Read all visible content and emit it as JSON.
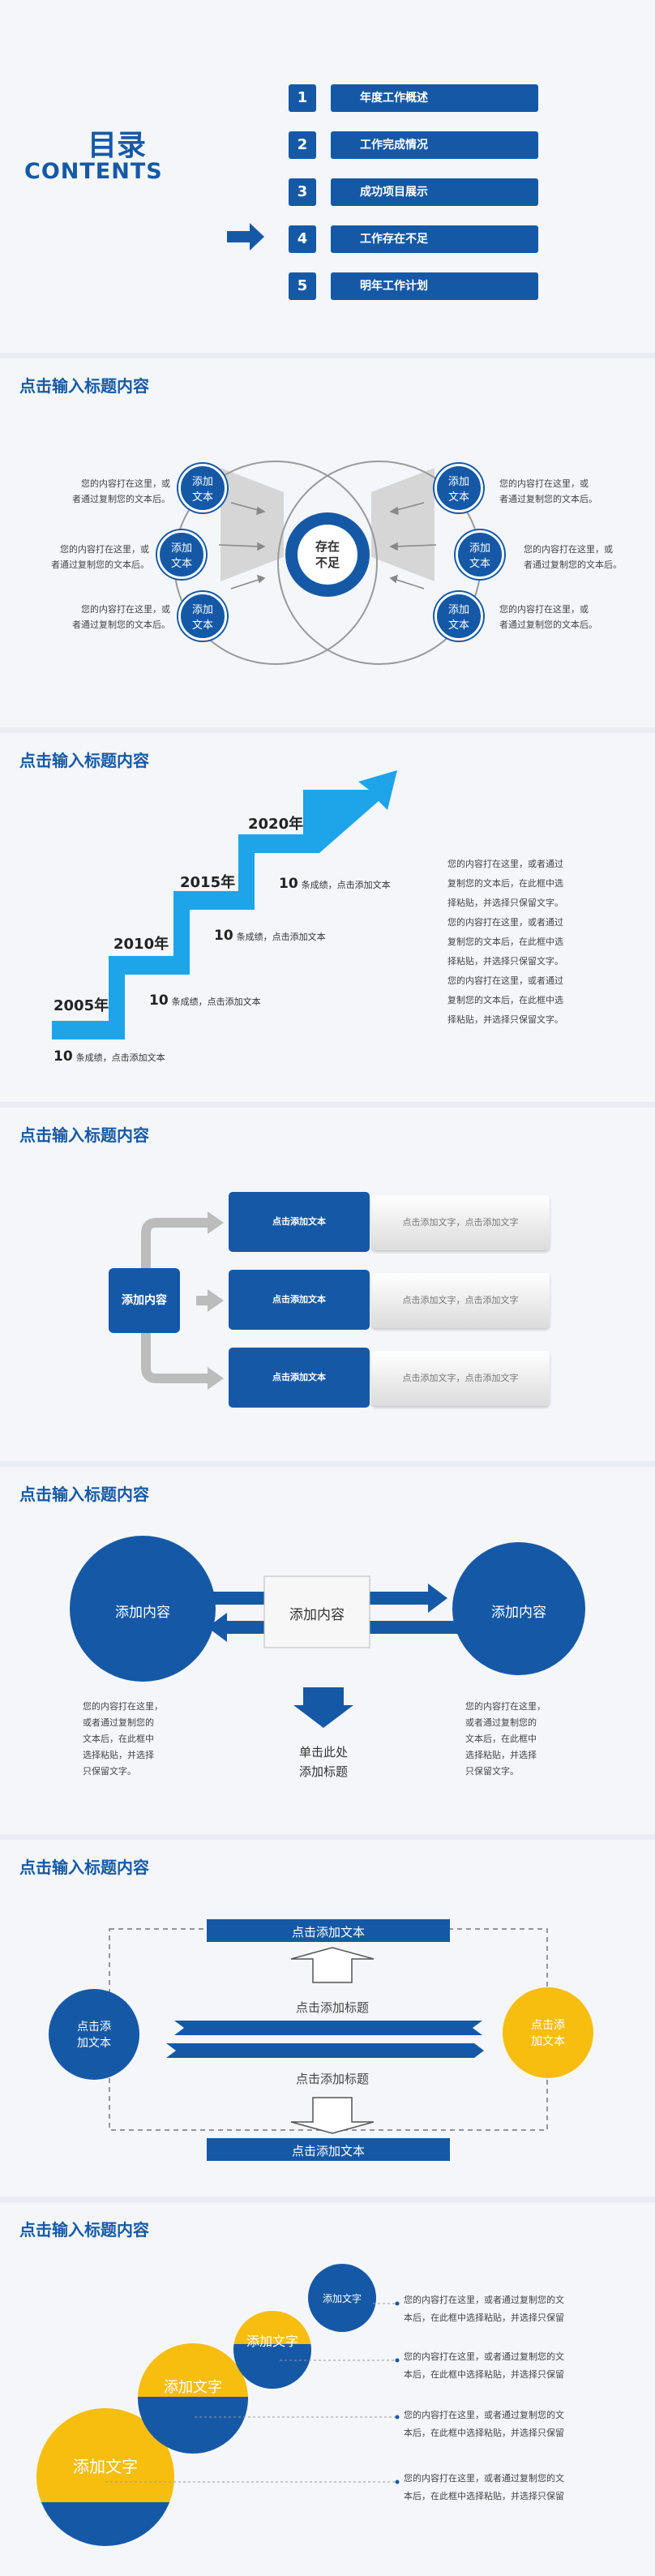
{
  "colors": {
    "blue": "#1559a6",
    "yellow": "#f7be0f",
    "gray": "#c9c9c9"
  },
  "s1": {
    "title_cn": "目录",
    "title_en": "CONTENTS",
    "items": [
      {
        "num": "1",
        "label": "年度工作概述"
      },
      {
        "num": "2",
        "label": "工作完成情况"
      },
      {
        "num": "3",
        "label": "成功项目展示"
      },
      {
        "num": "4",
        "label": "工作存在不足"
      },
      {
        "num": "5",
        "label": "明年工作计划"
      }
    ]
  },
  "s2": {
    "title": "点击输入标题内容",
    "center": [
      "存在",
      "不足"
    ],
    "node": [
      "添加",
      "文本"
    ],
    "text": "您的内容打在这里，或者通过复制您的文本后。",
    "left_texts": [
      [
        "您的内容打在这里，或",
        "者通过复制您的文本后。"
      ],
      [
        "您的内容打在这里，或",
        "者通过复制您的文本后。"
      ],
      [
        "您的内容打在这里，或",
        "者通过复制您的文本后。"
      ]
    ],
    "right_texts": [
      [
        "您的内容打在这里，或",
        "者通过复制您的文本后。"
      ],
      [
        "您的内容打在这里，或",
        "者通过复制您的文本后。"
      ],
      [
        "您的内容打在这里，或",
        "者通过复制您的文本后。"
      ]
    ]
  },
  "s3": {
    "title": "点击输入标题内容",
    "years": [
      "2005年",
      "2010年",
      "2015年",
      "2020年"
    ],
    "steps": [
      {
        "num": "10",
        "text": "条成绩，点击添加文本"
      },
      {
        "num": "10",
        "text": "条成绩，点击添加文本"
      },
      {
        "num": "10",
        "text": "条成绩，点击添加文本"
      },
      {
        "num": "10",
        "text": "条成绩，点击添加文本"
      }
    ],
    "paragraph": [
      "您的内容打在这里，或者通过",
      "复制您的文本后，在此框中选",
      "择粘贴，并选择只保留文字。",
      "您的内容打在这里，或者通过",
      "复制您的文本后，在此框中选",
      "择粘贴，并选择只保留文字。",
      "您的内容打在这里，或者通过",
      "复制您的文本后，在此框中选",
      "择粘贴，并选择只保留文字。"
    ]
  },
  "s4": {
    "title": "点击输入标题内容",
    "center": "添加内容",
    "rows": [
      {
        "label": "点击添加文本",
        "text": "点击添加文字，点击添加文字"
      },
      {
        "label": "点击添加文本",
        "text": "点击添加文字，点击添加文字"
      },
      {
        "label": "点击添加文本",
        "text": "点击添加文字，点击添加文字"
      }
    ]
  },
  "s5": {
    "title": "点击输入标题内容",
    "left": "添加内容",
    "middle": "添加内容",
    "right": "添加内容",
    "bottom": [
      "单击此处",
      "添加标题"
    ],
    "left_text": [
      "您的内容打在这里，",
      "或者通过复制您的",
      "文本后，在此框中",
      "选择粘贴，并选择",
      "只保留文字。"
    ],
    "right_text": [
      "您的内容打在这里，",
      "或者通过复制您的",
      "文本后，在此框中",
      "选择粘贴，并选择",
      "只保留文字。"
    ]
  },
  "s6": {
    "title": "点击输入标题内容",
    "top_bar": "点击添加文本",
    "bottom_bar": "点击添加文本",
    "up_label": "点击添加标题",
    "down_label": "点击添加标题",
    "left": [
      "点击添",
      "加文本"
    ],
    "right": [
      "点击添",
      "加文本"
    ]
  },
  "s7": {
    "title": "点击输入标题内容",
    "circles": [
      "添加文字",
      "添加文字",
      "添加文字",
      "添加文字"
    ],
    "texts": [
      [
        "您的内容打在这里，或者通过复制您的文",
        "本后，在此框中选择粘贴，并选择只保留"
      ],
      [
        "您的内容打在这里，或者通过复制您的文",
        "本后，在此框中选择粘贴，并选择只保留"
      ],
      [
        "您的内容打在这里，或者通过复制您的文",
        "本后，在此框中选择粘贴，并选择只保留"
      ],
      [
        "您的内容打在这里，或者通过复制您的文",
        "本后，在此框中选择粘贴，并选择只保留"
      ]
    ]
  }
}
